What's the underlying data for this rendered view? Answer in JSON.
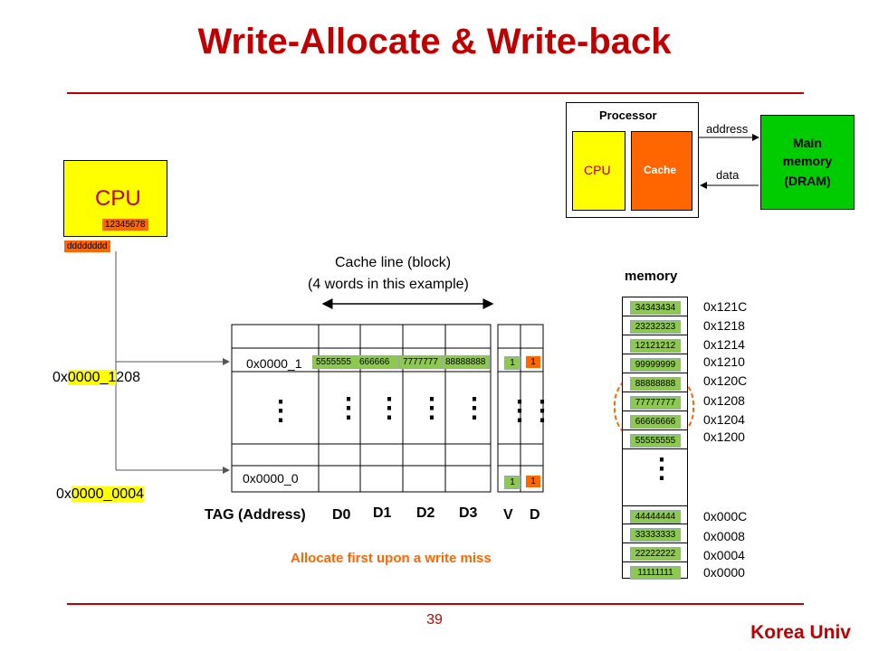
{
  "title": "Write-Allocate & Write-back",
  "footer": {
    "page_number": "39",
    "brand": "Korea Univ"
  },
  "cpu": {
    "label": "CPU",
    "register_value": "12345678",
    "write_value": "dddddddd"
  },
  "addresses": {
    "addr1_prefix": "0x",
    "addr1_highlight": "0000_1",
    "addr1_suffix": "208",
    "addr2_prefix": "0x",
    "addr2_highlight": "0000_0004"
  },
  "cache_line": {
    "line1": "Cache line (block)",
    "line2": "(4 words in this example)"
  },
  "cache": {
    "tag_row1": "0x0000_1",
    "tag_row2": "0x0000_0",
    "row1_data": [
      "5555555",
      "666666",
      "7777777",
      "88888888"
    ],
    "row1_valid": "1",
    "row1_dirty": "1",
    "row2_valid": "1",
    "row2_dirty": "1",
    "ellipsis": "⋮",
    "column_labels": {
      "tag": "TAG (Address)",
      "d0": "D0",
      "d1": "D1",
      "d2": "D2",
      "d3": "D3",
      "v": "V",
      "d": "D"
    }
  },
  "note": "Allocate first upon a write miss",
  "processor": {
    "label": "Processor",
    "cpu": "CPU",
    "cache": "Cache",
    "address": "address",
    "data": "data",
    "main_memory_1": "Main",
    "main_memory_2": "memory",
    "main_memory_3": "(DRAM)"
  },
  "memory": {
    "label": "memory",
    "upper": [
      {
        "value": "34343434",
        "addr": "0x121C"
      },
      {
        "value": "23232323",
        "addr": "0x1218"
      },
      {
        "value": "12121212",
        "addr": "0x1214"
      },
      {
        "value": "99999999",
        "addr": "0x1210"
      },
      {
        "value": "88888888",
        "addr": "0x120C"
      },
      {
        "value": "77777777",
        "addr": "0x1208"
      },
      {
        "value": "66666666",
        "addr": "0x1204"
      },
      {
        "value": "55555555",
        "addr": "0x1200"
      }
    ],
    "lower": [
      {
        "value": "44444444",
        "addr": "0x000C"
      },
      {
        "value": "33333333",
        "addr": "0x0008"
      },
      {
        "value": "22222222",
        "addr": "0x0004"
      },
      {
        "value": "11111111",
        "addr": "0x0000"
      }
    ],
    "ellipsis": "⋮"
  },
  "colors": {
    "title_red": "#c00000",
    "cpu_yellow": "#ffff00",
    "cache_orange": "#ff6600",
    "data_green": "#8ec94f",
    "dram_green": "#00cc00",
    "highlight_circle": "#ff6600"
  }
}
